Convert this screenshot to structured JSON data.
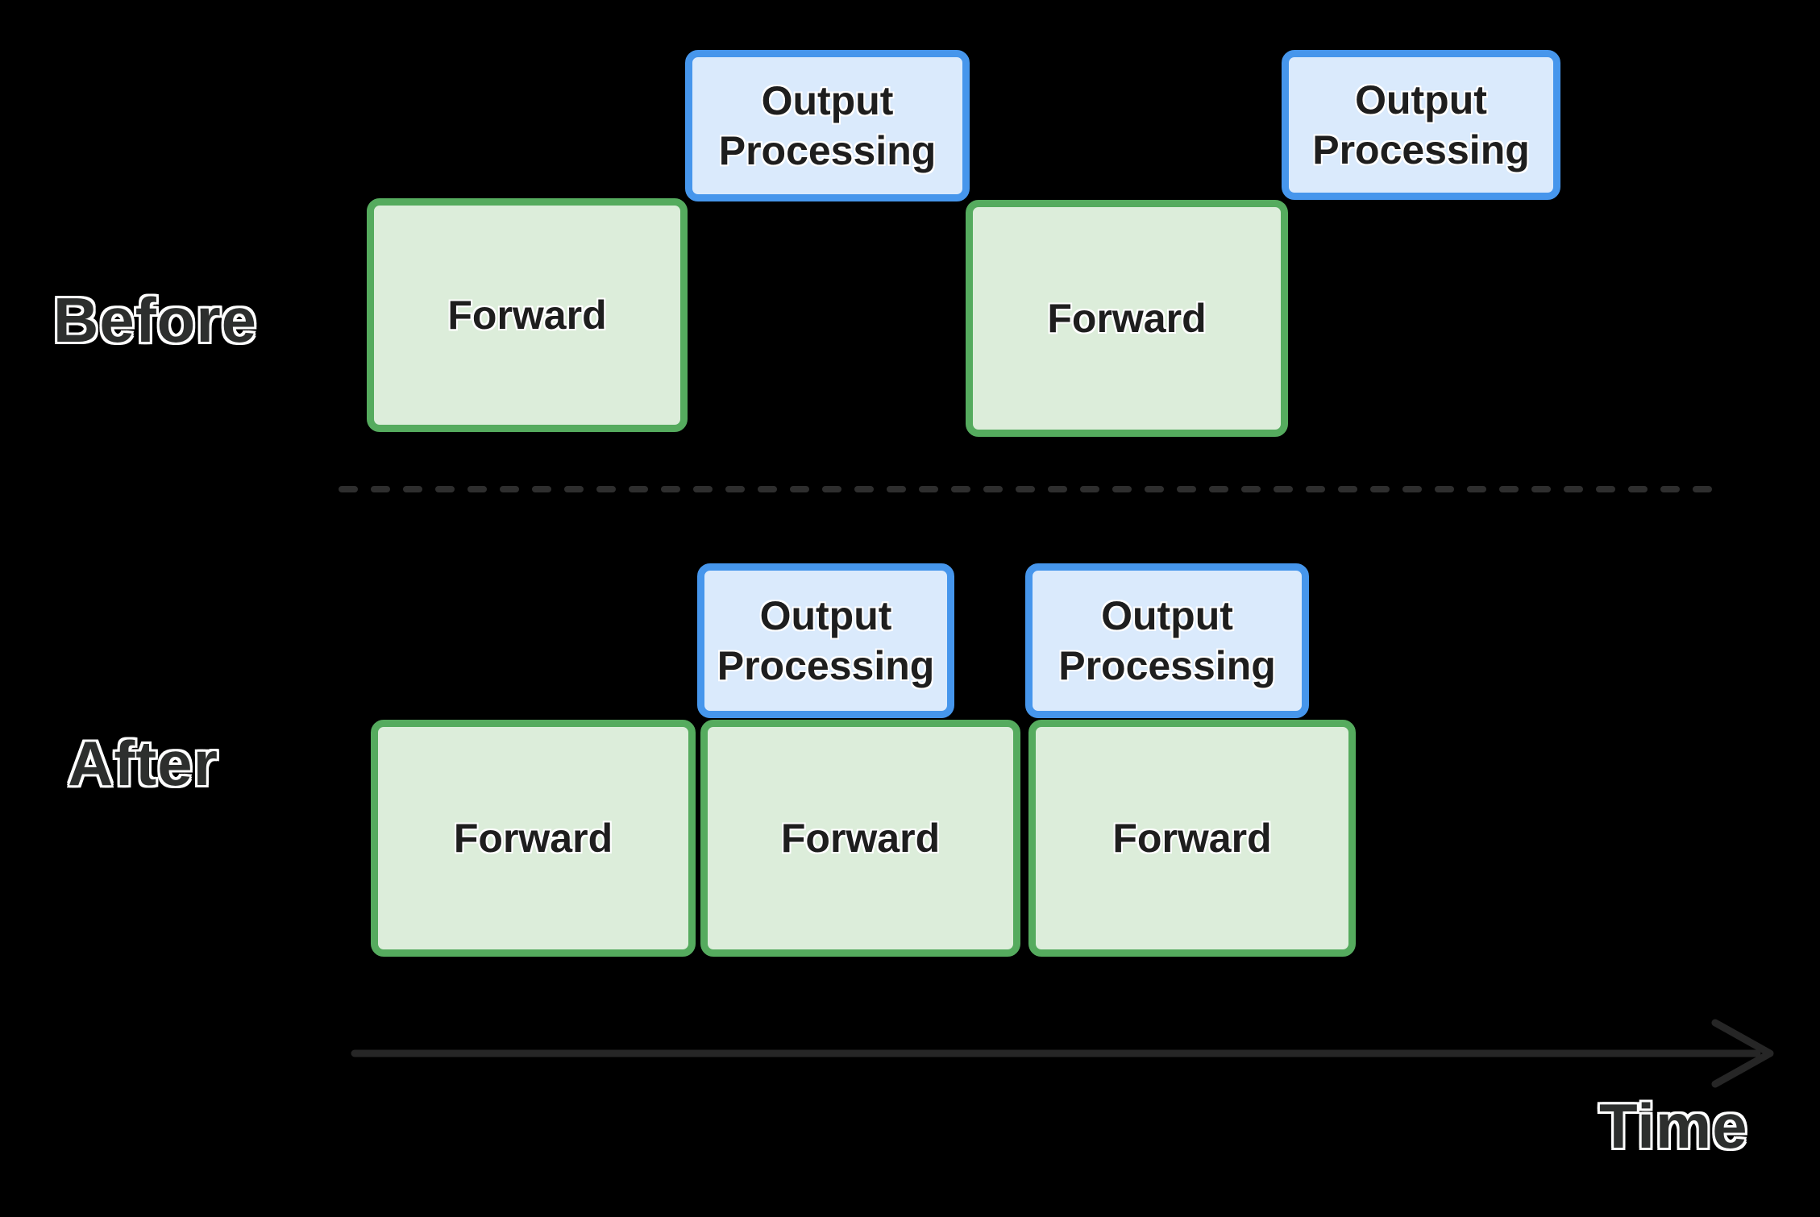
{
  "colors": {
    "background": "#000000",
    "forward_fill": "#dcedda",
    "forward_border": "#55ab5e",
    "output_fill": "#daeafc",
    "output_border": "#4696ec",
    "label_text": "#2d2f2e",
    "block_text": "#1e1e1e",
    "divider_line": "#2e2e2e",
    "time_axis": "#262626"
  },
  "rows": {
    "before": {
      "label": "Before",
      "blocks": [
        {
          "type": "forward",
          "label": "Forward"
        },
        {
          "type": "output-processing",
          "label": "Output Processing"
        },
        {
          "type": "forward",
          "label": "Forward"
        },
        {
          "type": "output-processing",
          "label": "Output Processing"
        }
      ]
    },
    "after": {
      "label": "After",
      "blocks": [
        {
          "type": "output-processing",
          "label": "Output Processing"
        },
        {
          "type": "output-processing",
          "label": "Output Processing"
        },
        {
          "type": "forward",
          "label": "Forward"
        },
        {
          "type": "forward",
          "label": "Forward"
        },
        {
          "type": "forward",
          "label": "Forward"
        }
      ]
    }
  },
  "axis": {
    "label": "Time"
  }
}
